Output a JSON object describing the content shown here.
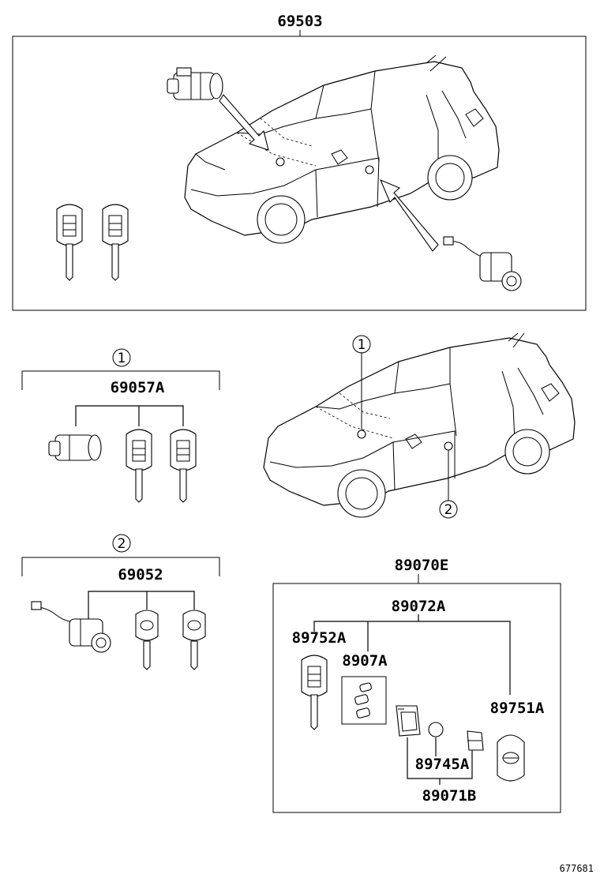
{
  "labels": {
    "top_assembly": "69503",
    "cylinder_set_1": "69057A",
    "cylinder_set_2": "69052",
    "transmitter_assembly": "89070E",
    "transmitter_sub": "89072A",
    "key_with_transmitter": "89752A",
    "case_button": "8907A",
    "remote_key": "89751A",
    "battery": "89745A",
    "housing": "89071B",
    "ref_1": "1",
    "ref_2": "2",
    "diagram_id": "677681"
  }
}
